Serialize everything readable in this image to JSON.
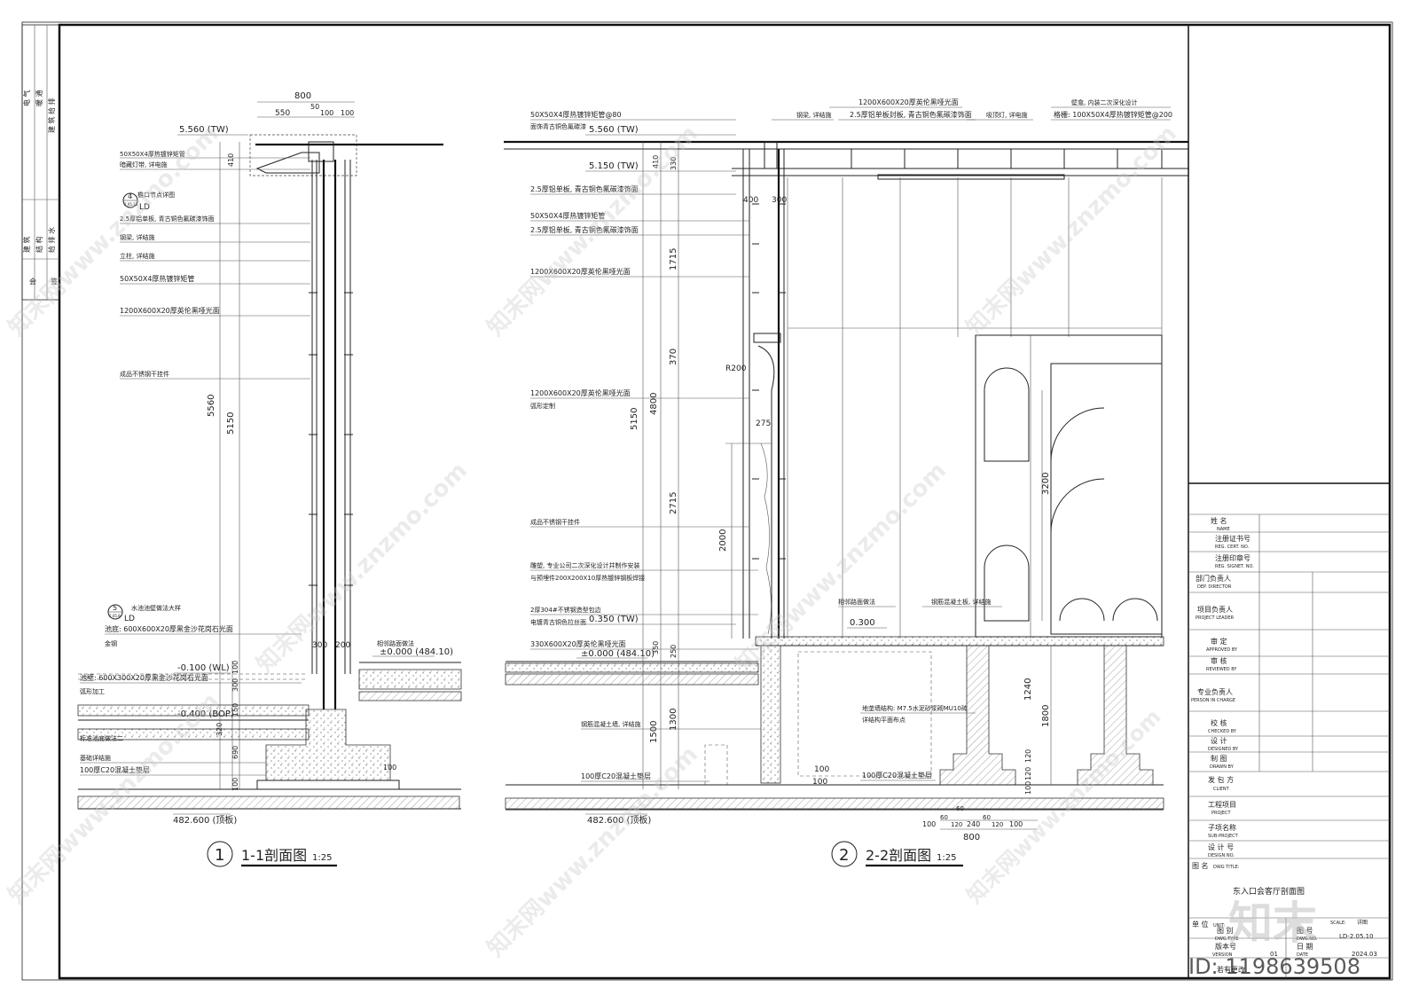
{
  "left_strip": {
    "top_labels": [
      "电 气",
      "暖 通",
      "建 筑 给 排"
    ],
    "mid_labels": [
      "建 筑",
      "结 构",
      "给 排 水"
    ],
    "bottom_labels": [
      "会",
      "签"
    ]
  },
  "section1": {
    "title": "1-1剖面图",
    "scale": "1:25",
    "number": "1",
    "dims_top": [
      "800",
      "550",
      "50",
      "100",
      "100"
    ],
    "elev_top": "5.560 (TW)",
    "elev_wl": "-0.100 (WL)",
    "elev_bop": "-0.400 (BOP)",
    "elev_zero": "±0.000 (484.10)",
    "elev_base": "482.600 (顶板)",
    "dim_vertical": [
      "5560",
      "5150",
      "410"
    ],
    "dim_bottom": [
      "300",
      "200",
      "100",
      "300",
      "150",
      "320",
      "690",
      "100",
      "100"
    ],
    "callout4": {
      "num": "4",
      "ref": "2.05.13",
      "suffix": "LD",
      "text": "檐口节点详图"
    },
    "callout5": {
      "num": "5",
      "ref": "2.05.8",
      "suffix": "LD",
      "text": "水池池壁做法大样"
    },
    "notes": [
      "50X50X4厚热镀锌矩管",
      "暗藏灯带, 详电施",
      "2.5厚铝单板, 青古铜色氟碳漆饰面",
      "钢梁, 详结施",
      "立柱, 详结施",
      "50X50X4厚热镀锌矩管",
      "1200X600X20厚英伦黑哑光面",
      "成品不锈钢干挂件",
      "池底: 600X600X20厚黑金沙花岗石光面",
      "金钢",
      "池壁: 600X300X20厚黑金沙花岗石光面",
      "弧形加工",
      "标准池底做法二",
      "基础详结施",
      "100厚C20混凝土垫层",
      "相邻路面做法"
    ]
  },
  "section2": {
    "title": "2-2剖面图",
    "scale": "1:25",
    "number": "2",
    "elev_top": "5.560 (TW)",
    "elev_mid": "5.150 (TW)",
    "elev_035": "0.350 (TW)",
    "elev_030": "0.300",
    "elev_zero": "±0.000 (484.10)",
    "elev_base": "482.600 (顶板)",
    "dim_vertical": [
      "330",
      "410",
      "5150",
      "4800",
      "1715",
      "370",
      "2715",
      "2000",
      "350",
      "250",
      "1500",
      "1300",
      "3200",
      "1800",
      "1240",
      "120",
      "120",
      "100"
    ],
    "dim_small": [
      "400",
      "300",
      "275",
      "R200",
      "100",
      "100"
    ],
    "dim_bottom": [
      "100",
      "60",
      "120",
      "240",
      "60",
      "120",
      "100",
      "800",
      "60"
    ],
    "notes_left": [
      "50X50X4厚热镀锌矩管@80",
      "面饰青古铜色氟碳漆",
      "2.5厚铝单板, 青古铜色氟碳漆饰面",
      "50X50X4厚热镀锌矩管",
      "2.5厚铝单板, 青古铜色氟碳漆饰面",
      "1200X600X20厚英伦黑哑光面",
      "1200X600X20厚英伦黑哑光面",
      "弧形定制",
      "成品不锈钢干挂件",
      "雕塑, 专业公司二次深化设计并制作安装",
      "与预埋件200X200X10厚热镀锌钢板焊接",
      "2厚304#不锈钢造型包边",
      "电镀青古铜色拉丝面",
      "330X600X20厚英伦黑哑光面",
      "钢筋混凝土墙, 详结施",
      "100厚C20混凝土垫层"
    ],
    "notes_top": [
      "钢梁, 详结施",
      "1200X600X20厚英伦黑哑光面",
      "2.5厚铝单板封板, 青古铜色氟碳漆饰面",
      "吸顶灯, 详电施",
      "壁龛, 内装二次深化设计",
      "格栅: 100X50X4厚热镀锌矩管@200"
    ],
    "notes_bottom": [
      "相邻路面做法",
      "钢筋混凝土板, 详结施",
      "地垄墙结构: M7.5水泥砂浆砌MU10砖",
      "详结构平面布点",
      "100厚C20混凝土垫层"
    ]
  },
  "title_block": {
    "name": {
      "cn": "姓  名",
      "en": "NAME"
    },
    "reg_cert": {
      "cn": "注册证书号",
      "en": "REG. CERT. NO."
    },
    "reg_signet": {
      "cn": "注册印章号",
      "en": "REG. SIGNET. NO."
    },
    "dep_director": {
      "cn": "部门负责人",
      "en": "DEP. DIRECTOR"
    },
    "project_leader": {
      "cn": "项目负责人",
      "en": "PROJECT LEADER"
    },
    "approved": {
      "cn": "审  定",
      "en": "APPROVED BY"
    },
    "reviewed": {
      "cn": "审  核",
      "en": "REVIEWED BY"
    },
    "person_in_charge": {
      "cn": "专业负责人",
      "en": "PERSON IN CHARGE"
    },
    "checked": {
      "cn": "校  核",
      "en": "CHECKED BY"
    },
    "designed": {
      "cn": "设  计",
      "en": "DESIGNED BY"
    },
    "drawn": {
      "cn": "制  图",
      "en": "DRAWN BY"
    },
    "client": {
      "cn": "发 包 方",
      "en": "CLIENT"
    },
    "project": {
      "cn": "工程项目",
      "en": "PROJECT"
    },
    "sub_project": {
      "cn": "子项名称",
      "en": "SUB-PROJECT"
    },
    "design_no": {
      "cn": "设 计 号",
      "en": "DESIGN NO."
    },
    "dwg_title": {
      "cn": "图 名",
      "en": "DWG TITLE:"
    },
    "dwg_title_value": "东入口会客厅剖面图",
    "unit": {
      "cn": "单 位",
      "en": "UNIT:"
    },
    "scale": {
      "en": "SCALE:",
      "value": "详图"
    },
    "dwg_type": {
      "cn": "图 别",
      "en": "DWG.TYPE"
    },
    "dwg_no": {
      "cn": "图 号",
      "en": "DWG.NO.",
      "value": "LD-2.05.10"
    },
    "version": {
      "cn": "版本号",
      "en": "VERSION",
      "value": "01"
    },
    "date": {
      "cn": "日 期",
      "en": "DATE",
      "value": "2024.03"
    },
    "footer_text": "若有更改"
  },
  "watermark": {
    "text": "知末网www.znzmo.com",
    "logo": "知末",
    "id": "ID: 1198639508"
  }
}
